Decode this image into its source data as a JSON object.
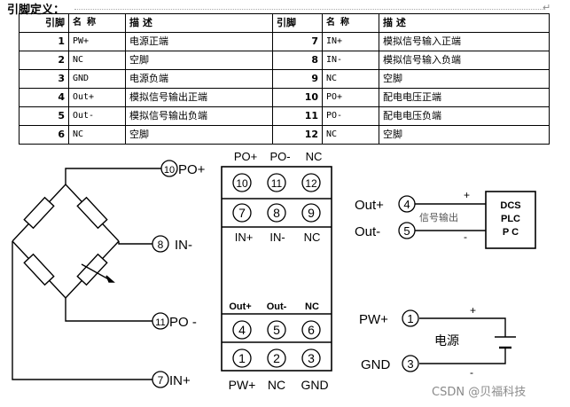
{
  "header": {
    "title": "引脚定义："
  },
  "table": {
    "headers": {
      "pin": "引脚",
      "name": "名 称",
      "desc": "描 述"
    },
    "rows": [
      {
        "l_no": "1",
        "l_name": "PW+",
        "l_desc": "电源正端",
        "r_no": "7",
        "r_name": "IN+",
        "r_desc": "模拟信号输入正端"
      },
      {
        "l_no": "2",
        "l_name": "NC",
        "l_desc": "空脚",
        "r_no": "8",
        "r_name": "IN-",
        "r_desc": "模拟信号输入负端"
      },
      {
        "l_no": "3",
        "l_name": "GND",
        "l_desc": "电源负端",
        "r_no": "9",
        "r_name": "NC",
        "r_desc": "空脚"
      },
      {
        "l_no": "4",
        "l_name": "Out+",
        "l_desc": "模拟信号输出正端",
        "r_no": "10",
        "r_name": "PO+",
        "r_desc": "配电电压正端"
      },
      {
        "l_no": "5",
        "l_name": "Out-",
        "l_desc": "模拟信号输出负端",
        "r_no": "11",
        "r_name": "PO-",
        "r_desc": "配电电压负端"
      },
      {
        "l_no": "6",
        "l_name": "NC",
        "l_desc": "空脚",
        "r_no": "12",
        "r_name": "NC",
        "r_desc": "空脚"
      }
    ]
  },
  "bridge": {
    "pin10": "10",
    "pin10_label": "PO+",
    "pin8": "8",
    "pin8_label": "IN-",
    "pin11": "11",
    "pin11_label": "PO -",
    "pin7": "7",
    "pin7_label": "IN+"
  },
  "module": {
    "top_labels": [
      "PO+",
      "PO-",
      "NC"
    ],
    "row1": [
      "10",
      "11",
      "12"
    ],
    "row2": [
      "7",
      "8",
      "9"
    ],
    "mid_labels": [
      "IN+",
      "IN-",
      "NC"
    ],
    "lower_labels": [
      "Out+",
      "Out-",
      "NC"
    ],
    "row3": [
      "4",
      "5",
      "6"
    ],
    "row4": [
      "1",
      "2",
      "3"
    ],
    "bottom_labels": [
      "PW+",
      "NC",
      "GND"
    ]
  },
  "output": {
    "out_plus": "Out+",
    "pin4": "4",
    "out_minus": "Out-",
    "pin5": "5",
    "signal_label": "信号输出",
    "plus": "+",
    "minus": "-",
    "dcs_lines": [
      "DCS",
      "PLC",
      "P C"
    ]
  },
  "power": {
    "pw_label": "PW+",
    "pin1": "1",
    "gnd_label": "GND",
    "pin3": "3",
    "source_label": "电源",
    "plus": "+",
    "minus": "-"
  },
  "watermark": "CSDN @贝福科技"
}
